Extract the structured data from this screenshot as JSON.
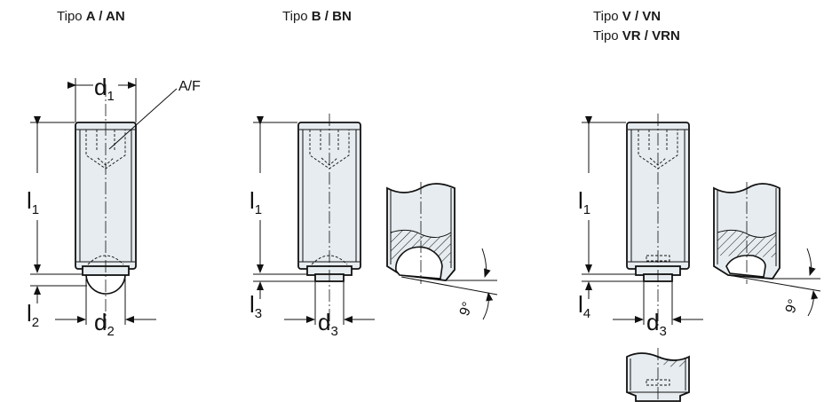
{
  "titles": {
    "a": {
      "prefix": "Tipo ",
      "bold": "A / AN"
    },
    "b": {
      "prefix": "Tipo ",
      "bold": "B / BN"
    },
    "v": {
      "prefix": "Tipo ",
      "bold": "V / VN"
    },
    "vr": {
      "prefix": "Tipo ",
      "bold": "VR / VRN"
    }
  },
  "labels": {
    "af": "A/F",
    "d": "d",
    "l": "l",
    "angle": "9°",
    "sub_1": "1",
    "sub_2": "2",
    "sub_3": "3",
    "sub_4": "4"
  }
}
